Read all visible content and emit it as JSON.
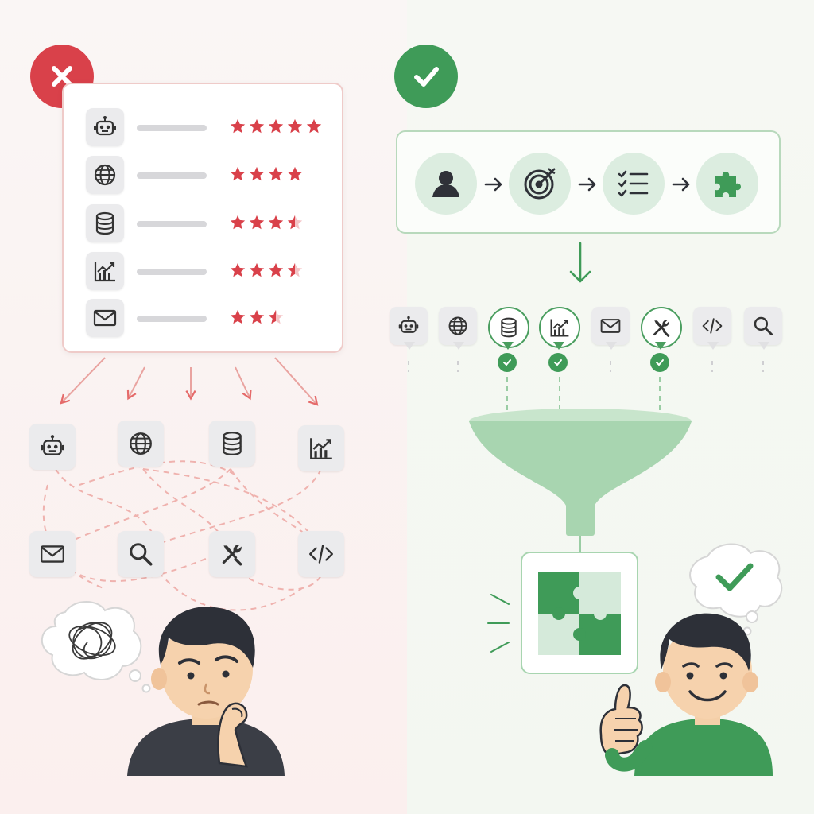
{
  "left_panel": {
    "verdict": "x-icon",
    "accent": "#d9414a",
    "ranked_list": [
      {
        "icon": "robot-icon",
        "rating": 5
      },
      {
        "icon": "globe-icon",
        "rating": 4
      },
      {
        "icon": "database-icon",
        "rating": 3.5
      },
      {
        "icon": "chart-icon",
        "rating": 3.5
      },
      {
        "icon": "mail-icon",
        "rating": 2.5
      }
    ],
    "scattered_tools": [
      "robot-icon",
      "globe-icon",
      "database-icon",
      "chart-icon",
      "mail-icon",
      "search-icon",
      "tools-icon",
      "code-icon"
    ],
    "thought": "tangled-thought-icon",
    "person": "confused-person"
  },
  "right_panel": {
    "verdict": "check-icon",
    "accent": "#3f9b58",
    "flow_steps": [
      "user-icon",
      "target-icon",
      "checklist-icon",
      "puzzle-icon"
    ],
    "tool_row": [
      {
        "icon": "robot-icon",
        "selected": false
      },
      {
        "icon": "globe-icon",
        "selected": false
      },
      {
        "icon": "database-icon",
        "selected": true
      },
      {
        "icon": "chart-icon",
        "selected": true
      },
      {
        "icon": "mail-icon",
        "selected": false
      },
      {
        "icon": "tools-icon",
        "selected": true
      },
      {
        "icon": "code-icon",
        "selected": false
      },
      {
        "icon": "search-icon",
        "selected": false
      }
    ],
    "result": "puzzle-solved-icon",
    "thought": "check-thought-icon",
    "person": "happy-person-thumbs-up"
  }
}
